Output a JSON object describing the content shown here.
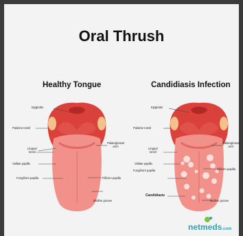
{
  "title": "Oral Thrush",
  "healthy": {
    "heading": "Healthy Tongue",
    "labels": {
      "epiglottis": "Epiglottis",
      "palatine_tonsil": "Palatine tonsil",
      "palatoglossal_arch": "Palatoglossal\narch",
      "lingual_tonsil": "Lingual\ntonsil",
      "vallate_papilla": "Vallate papilla",
      "fungiform_papilla": "Fungiform papilla",
      "filiform_papilla": "Filiform papilla",
      "midline_groove": "Midline groove"
    }
  },
  "infected": {
    "heading": "Candidiasis Infection",
    "labels": {
      "epiglottis": "Epiglottis",
      "palatine_tonsil": "Palatine tonsil",
      "palatoglossal_arch": "Palatoglossal\narch",
      "lingual_tonsil": "Lingual\ntonsil",
      "vallate_papilla": "Vallate papilla",
      "fungiform_papilla": "Fungiform papilla",
      "filiform_papilla": "Filiform papilla",
      "candidiasis": "Candidiasis",
      "midline_groove": "Midline groove"
    }
  },
  "logo": {
    "name": "netmeds",
    "suffix": ".com"
  },
  "colors": {
    "panel": "#f3f3f3",
    "frame": "#3b3b3b",
    "tongue": "#f2908a",
    "tongue_dark": "#e0514a",
    "tonsil": "#f5c089",
    "throat": "#c9302c",
    "candida": "#fbe6e2",
    "logo": "#2aa5b5"
  }
}
